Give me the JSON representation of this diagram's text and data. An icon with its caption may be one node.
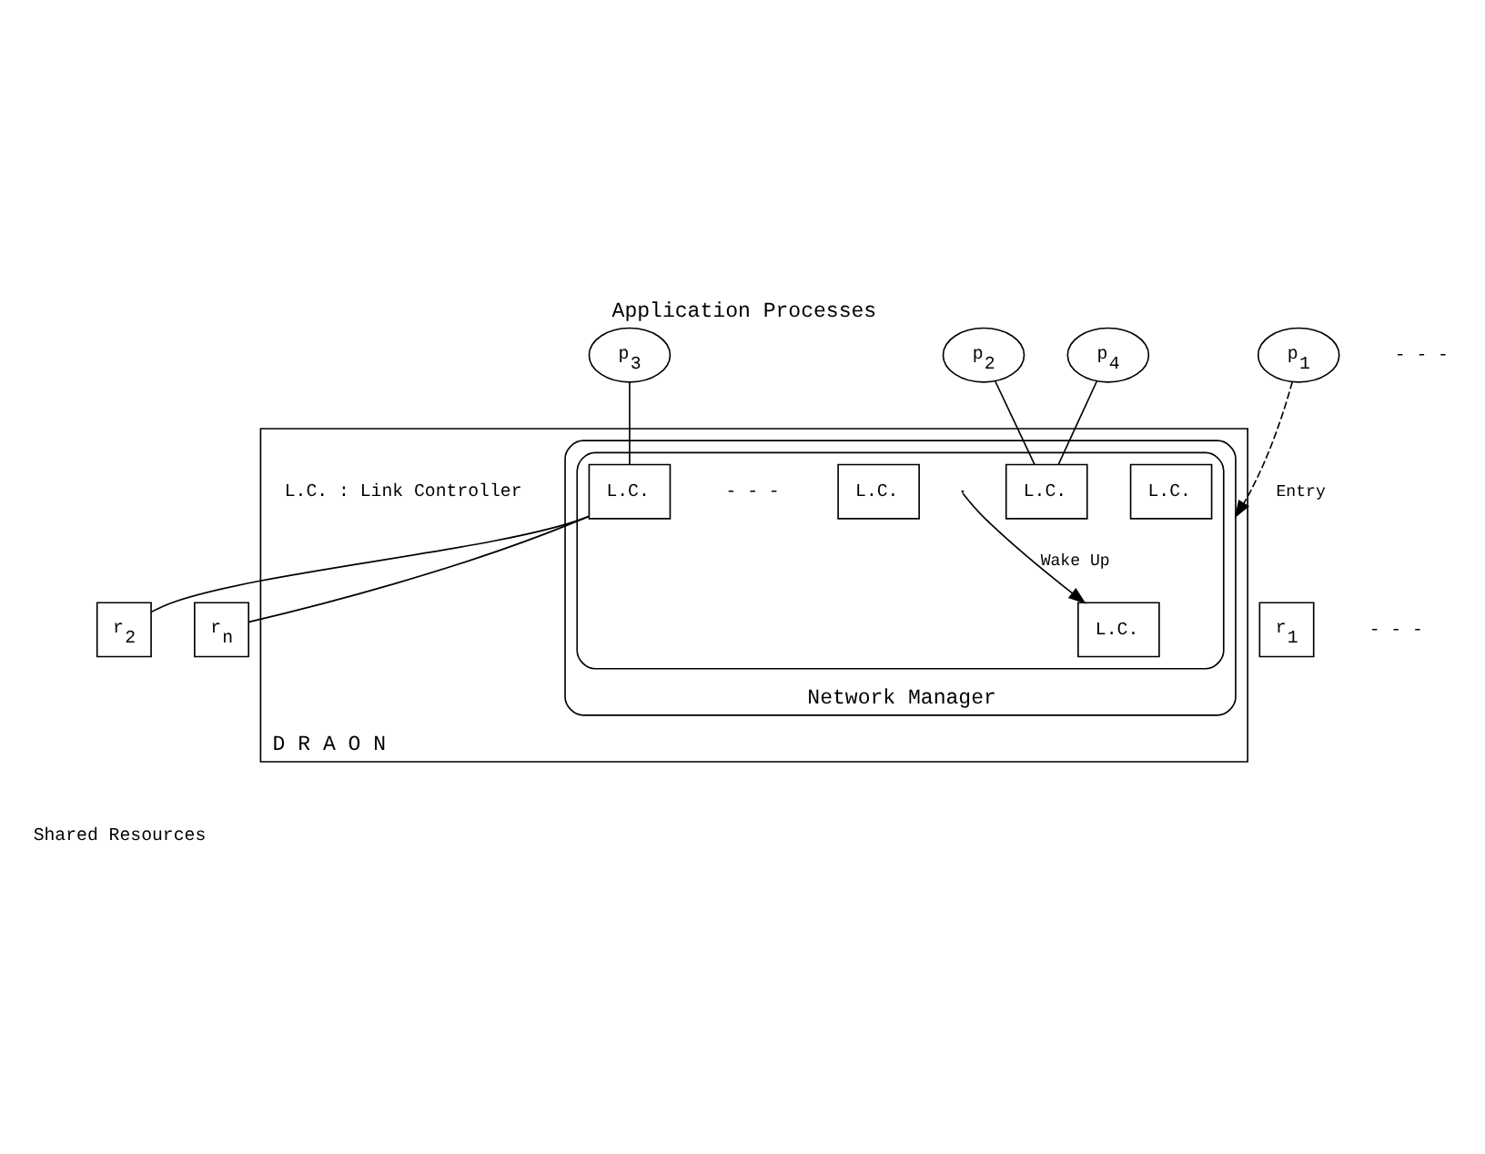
{
  "diagram": {
    "title": "Application Processes",
    "caption": "Shared Resources",
    "nodes": [
      {
        "text": [
          "D R A O N"
        ]
      },
      {
        "text": [
          "Network Manager"
        ],
        "in": 0
      },
      {
        "text": [],
        "shape": "ellipse",
        "in": 1
      },
      {
        "text": [
          "L.C."
        ],
        "in": 2
      },
      {
        "text": [
          "L.C."
        ],
        "in": 2
      },
      {
        "text": [
          "L.C."
        ],
        "in": 2
      },
      {
        "text": [
          "L.C."
        ],
        "in": 2
      },
      {
        "text": [
          "L.C."
        ],
        "in": 2
      },
      {
        "text": [
          "p$_{1}$"
        ]
      },
      {
        "text": [
          "p$_{2}$"
        ]
      },
      {
        "text": [
          "p$_{3}$"
        ]
      },
      {
        "text": [
          "p$_{4}$"
        ]
      },
      {
        "text": [
          "r$_{1}$"
        ]
      },
      {
        "text": [
          "r$_{2}$"
        ]
      },
      {
        "text": [
          "r$_{n}$"
        ]
      }
    ],
    "edges": [
      {
        "from": 8,
        "to": 1,
        "arrow": "to",
        "style": "dashed",
        "label": "Entry"
      },
      {
        "from": null,
        "to": 3,
        "arrow": "to",
        "label": "Wake Up"
      },
      {
        "from": 9,
        "to": 5,
        "arrow": "none"
      },
      {
        "from": 11,
        "to": 5,
        "arrow": "none"
      },
      {
        "from": 10,
        "to": 6,
        "arrow": "none"
      },
      {
        "from": 6,
        "to": 13,
        "arrow": "none"
      },
      {
        "from": 6,
        "to": 14,
        "arrow": "none"
      }
    ],
    "labels": [
      "- - -",
      "L.C. : Link Controller",
      "- - -",
      "- - -"
    ]
  }
}
